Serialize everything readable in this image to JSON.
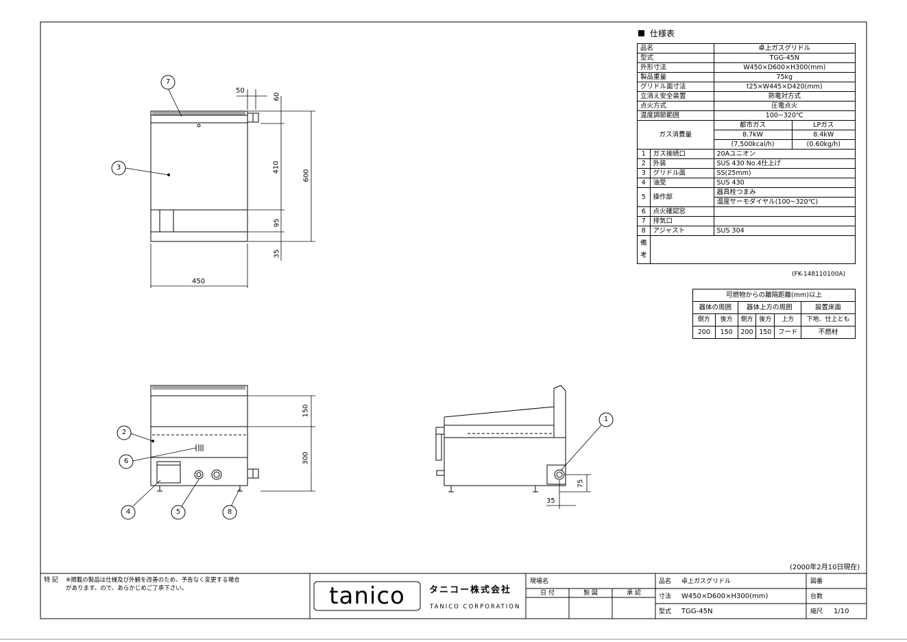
{
  "spec": {
    "heading": "仕様表",
    "rows": [
      {
        "label": "品名",
        "value": "卓上ガスグリドル"
      },
      {
        "label": "型式",
        "value": "TGG-45N"
      },
      {
        "label": "外形寸法",
        "value": "W450×D600×H300(mm)"
      },
      {
        "label": "製品重量",
        "value": "75kg"
      },
      {
        "label": "グリドル面寸法",
        "value": "t25×W445×D420(mm)"
      },
      {
        "label": "立消え安全装置",
        "value": "熱電対方式"
      },
      {
        "label": "点火方式",
        "value": "圧電点火"
      },
      {
        "label": "温度調節範囲",
        "value": "100~320℃"
      }
    ],
    "gas": {
      "label": "ガス消費量",
      "city": {
        "name": "都市ガス",
        "kw": "8.7kW",
        "kcal": "(7,500kcal/h)"
      },
      "lp": {
        "name": "LPガス",
        "kw": "8.4kW",
        "kgh": "(0.60kg/h)"
      }
    },
    "parts": [
      {
        "no": "1",
        "name": "ガス接続口",
        "value": "20Aユニオン"
      },
      {
        "no": "2",
        "name": "外装",
        "value": "SUS 430 No.4仕上げ"
      },
      {
        "no": "3",
        "name": "グリドル面",
        "value": "SS(25mm)"
      },
      {
        "no": "4",
        "name": "油受",
        "value": "SUS 430"
      },
      {
        "no": "5",
        "name": "操作部",
        "value": "器具栓つまみ",
        "value2": "温度サーモダイヤル(100~320℃)"
      },
      {
        "no": "6",
        "name": "点火確認窓",
        "value": ""
      },
      {
        "no": "7",
        "name": "排気口",
        "value": ""
      },
      {
        "no": "8",
        "name": "アジャスト",
        "value": "SUS 304"
      }
    ],
    "remarks_label_1": "備",
    "remarks_label_2": "考",
    "code": "(FK-148110100A)"
  },
  "clearance": {
    "title": "可燃物からの離隔距離(mm)以上",
    "group1": "器体の周囲",
    "group2": "器体上方の周囲",
    "group3": "設置床面",
    "headers": [
      "側方",
      "後方",
      "側方",
      "後方",
      "上方",
      "下地、仕上とも"
    ],
    "values": [
      "200",
      "150",
      "200",
      "150",
      "フード",
      "不燃材"
    ]
  },
  "dims": {
    "d50": "50",
    "d60": "60",
    "d410": "410",
    "d600": "600",
    "d95": "95",
    "d35": "35",
    "d450": "450",
    "d150": "150",
    "d300": "300",
    "d75": "75",
    "d35b": "35"
  },
  "callouts": [
    "1",
    "2",
    "3",
    "4",
    "5",
    "6",
    "7",
    "8"
  ],
  "date_note": "(2000年2月10日現在)",
  "titleblock": {
    "note_label": "特 記",
    "note_line1": "※掲載の製品は仕様及び外観を改善のため、予告なく変更する場合",
    "note_line2": "があります。ので、あらかじめご了承下さい。",
    "logo": "tanico",
    "company_jp": "タニコー株式会社",
    "company_en": "TANICO CORPORATION",
    "site_label": "現場名",
    "date_label": "日 付",
    "draw_label": "製 図",
    "approve_label": "承 認",
    "name_label": "品名",
    "name_value": "卓上ガスグリドル",
    "size_label": "寸法",
    "size_value": "W450×D600×H300(mm)",
    "model_label": "型式",
    "model_value": "TGG-45N",
    "drawing_no_label": "図番",
    "count_label": "台数",
    "scale_label": "縮尺",
    "scale_value": "1/10"
  }
}
